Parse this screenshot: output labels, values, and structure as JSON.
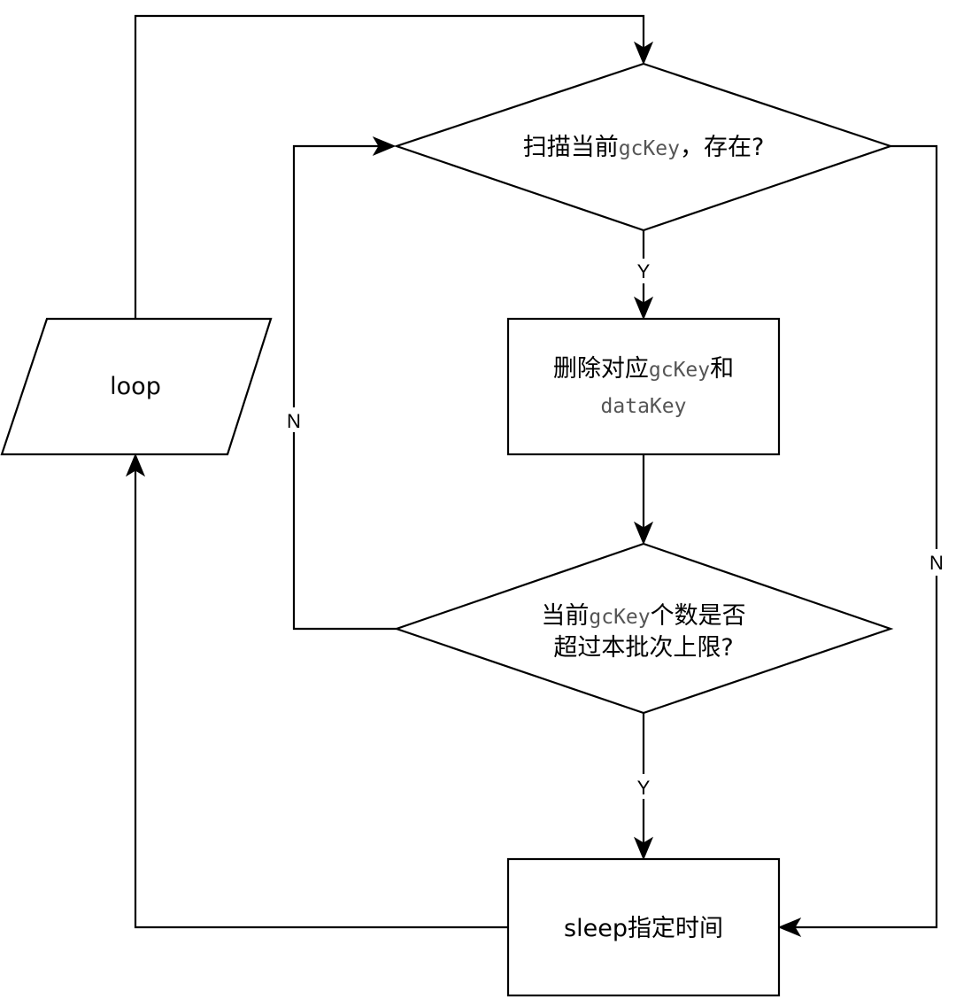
{
  "nodes": {
    "loop": {
      "text": "loop"
    },
    "scan": {
      "prefix": "扫描当前",
      "code": "gcKey",
      "suffix": "，存在?"
    },
    "delete": {
      "line1_prefix": "删除对应",
      "line1_code": "gcKey",
      "line1_suffix": "和",
      "line2_code": "dataKey"
    },
    "check": {
      "line1_prefix": "当前",
      "line1_code": "gcKey",
      "line1_suffix": "个数是否",
      "line2": "超过本批次上限?"
    },
    "sleep": {
      "text": "sleep指定时间"
    }
  },
  "edge_labels": {
    "scan_yes": "Y",
    "check_no": "N",
    "check_yes": "Y",
    "scan_no": "N"
  }
}
